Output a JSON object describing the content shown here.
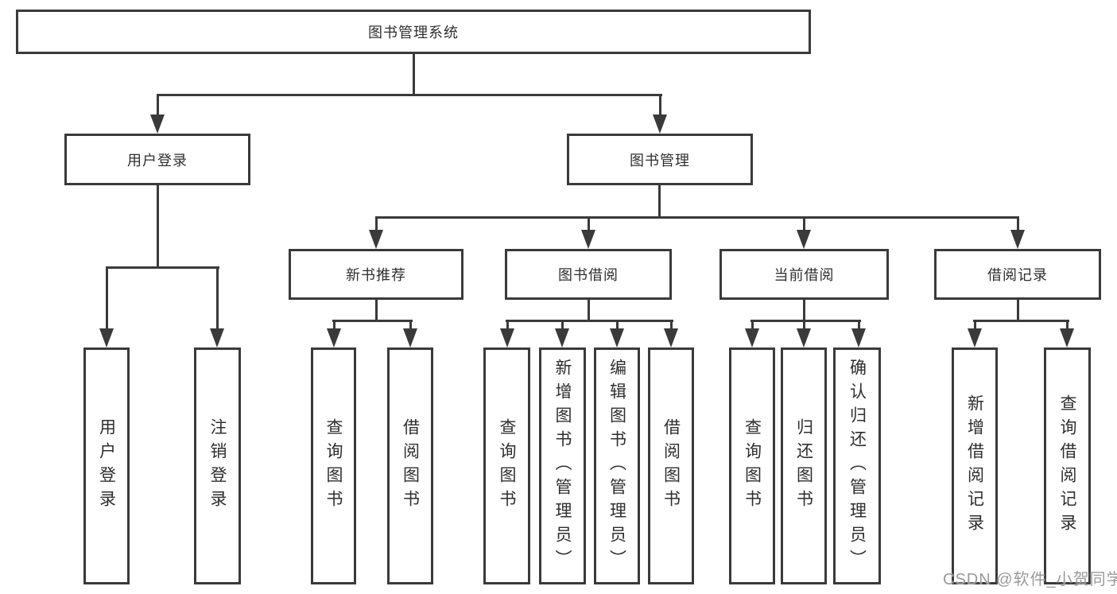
{
  "diagram": {
    "root": {
      "label": "图书管理系统",
      "children": [
        {
          "label": "用户登录",
          "children": [
            {
              "label": "用户登录"
            },
            {
              "label": "注销登录"
            }
          ]
        },
        {
          "label": "图书管理",
          "children": [
            {
              "label": "新书推荐",
              "children": [
                {
                  "label": "查询图书"
                },
                {
                  "label": "借阅图书"
                }
              ]
            },
            {
              "label": "图书借阅",
              "children": [
                {
                  "label": "查询图书"
                },
                {
                  "label": "新增图书（管理员）"
                },
                {
                  "label": "编辑图书（管理员）"
                },
                {
                  "label": "借阅图书"
                }
              ]
            },
            {
              "label": "当前借阅",
              "children": [
                {
                  "label": "查询图书"
                },
                {
                  "label": "归还图书"
                },
                {
                  "label": "确认归还（管理员）"
                }
              ]
            },
            {
              "label": "借阅记录",
              "children": [
                {
                  "label": "新增借阅记录"
                },
                {
                  "label": "查询借阅记录"
                }
              ]
            }
          ]
        }
      ]
    }
  },
  "watermark": {
    "text": "CSDN @软件_小贺同学",
    "color": "#9a9a9a"
  },
  "colors": {
    "line": "#3a3a3a",
    "text": "#2e2e2e",
    "background": "#ffffff"
  }
}
